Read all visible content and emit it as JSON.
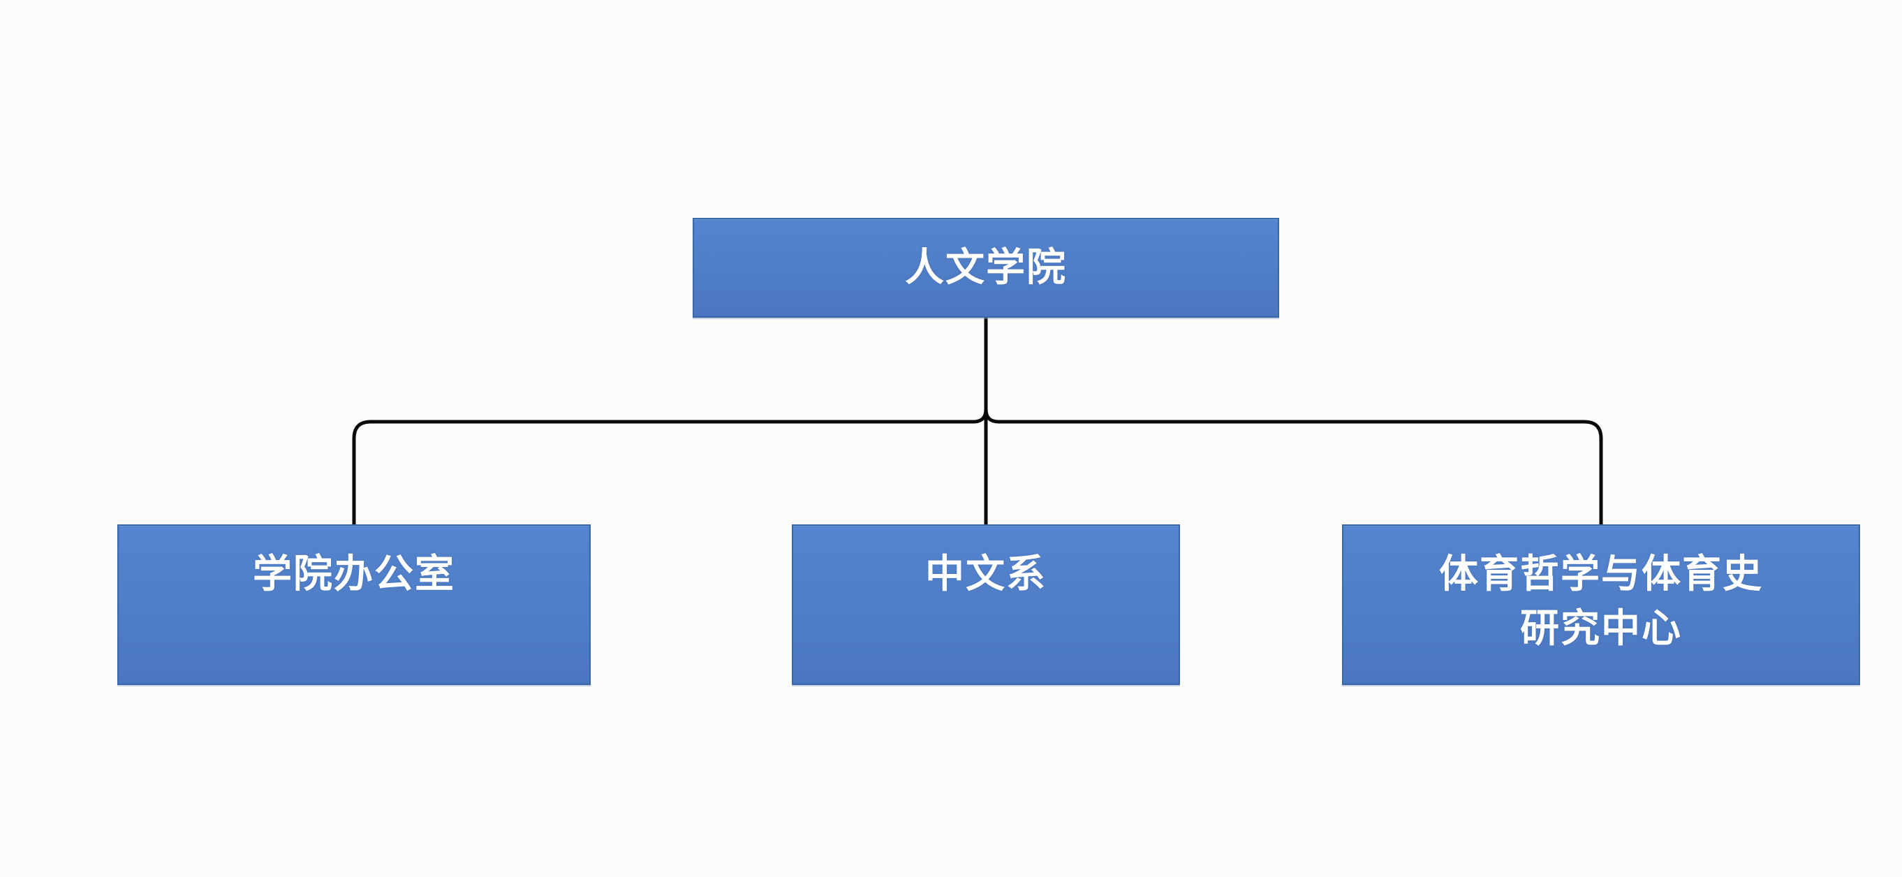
{
  "diagram": {
    "type": "org-chart",
    "root": {
      "label": "人文学院"
    },
    "children": [
      {
        "label": "学院办公室"
      },
      {
        "label": "中文系"
      },
      {
        "label": "体育哲学与体育史\n研究中心"
      }
    ]
  },
  "theme": {
    "background": "#fcfcfb",
    "box_fill_top": "#5585cf",
    "box_fill_bottom": "#4a77bf",
    "box_border": "#3a67a8",
    "connector_color": "#0a0a0a",
    "text_color": "#ffffff"
  }
}
